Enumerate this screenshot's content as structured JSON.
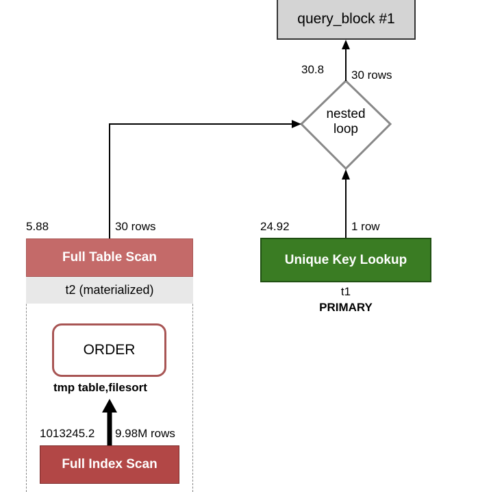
{
  "query_block": {
    "label": "query_block #1",
    "cost": "30.8",
    "rows": "30 rows"
  },
  "nested_loop": {
    "line1": "nested",
    "line2": "loop"
  },
  "full_table_scan": {
    "label": "Full Table Scan",
    "table": "t2 (materialized)",
    "cost": "5.88",
    "rows": "30 rows",
    "color": "#c46a69"
  },
  "order": {
    "label": "ORDER",
    "note": "tmp table,filesort"
  },
  "full_index_scan": {
    "label": "Full Index Scan",
    "cost": "1013245.2",
    "rows": "9.98M rows",
    "color": "#b24746"
  },
  "unique_key_lookup": {
    "label": "Unique Key Lookup",
    "cost": "24.92",
    "rows": "1 row",
    "table": "t1",
    "key": "PRIMARY",
    "color": "#3a7c23"
  }
}
